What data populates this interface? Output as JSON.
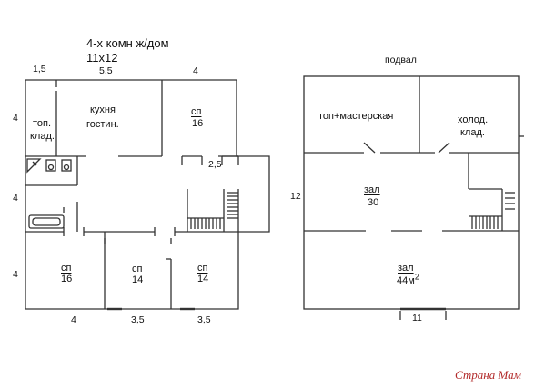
{
  "plan1": {
    "title_line1": "4-х комн ж/дом",
    "title_line2": "11х12",
    "dims": {
      "top_a": "1,5",
      "top_b": "5,5",
      "top_c": "4",
      "left_top": "4",
      "left_mid": "4",
      "left_bot": "4",
      "corridor": "2,5",
      "bottom_a": "4",
      "bottom_b": "3,5",
      "bottom_c": "3,5"
    },
    "rooms": {
      "storage_l1": "топ.",
      "storage_l2": "клад.",
      "kitchen_l1": "кухня",
      "kitchen_l2": "гостин.",
      "bed_ne_name": "сп",
      "bed_ne_area": "16",
      "bed_sw_name": "сп",
      "bed_sw_area": "16",
      "bed_s1_name": "сп",
      "bed_s1_area": "14",
      "bed_s2_name": "сп",
      "bed_s2_area": "14"
    }
  },
  "plan2": {
    "title": "подвал",
    "dims": {
      "left": "12",
      "bottom": "11"
    },
    "rooms": {
      "workshop": "топ+мастерская",
      "cold_l1": "холод.",
      "cold_l2": "клад.",
      "hall1_name": "зал",
      "hall1_area": "30",
      "hall2_name": "зал",
      "hall2_area": "44м",
      "hall2_sup": "2"
    }
  },
  "watermark": "Страна Мам",
  "colors": {
    "lines": "#333333",
    "watermark": "#b22a2a"
  }
}
